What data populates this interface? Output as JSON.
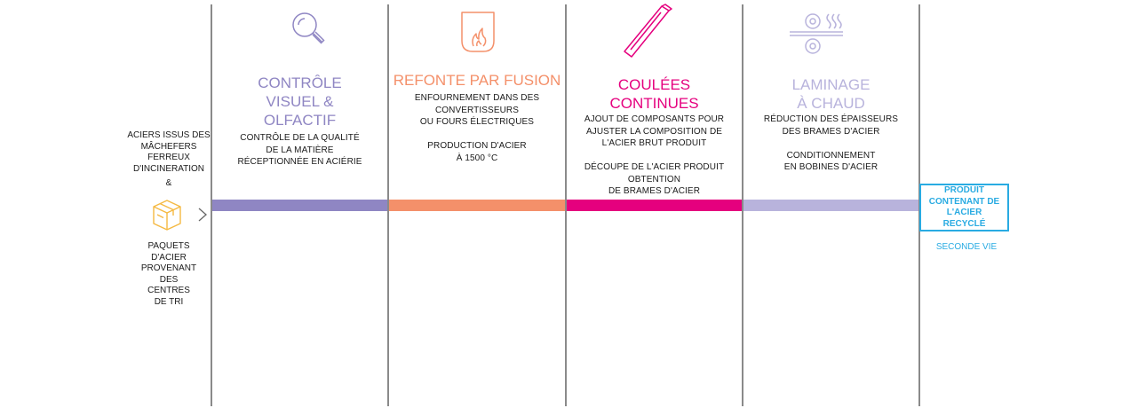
{
  "source": {
    "top_text": "Aciers issus des\nmâchefers\nferreux\nd'incineration",
    "ampersand": "&",
    "bottom_text": "Paquets\nd'acier\nprovenant\ndes\ncentres\nde tri",
    "box_icon": "box-icon",
    "arrow_icon": "chevron-right-icon"
  },
  "steps": [
    {
      "title": "CONTRÔLE\nVISUEL &\nOLFACTIF",
      "text": "Contrôle de la qualité\nde la matière\nréceptionnée en aciérie",
      "color": "#8f86c3",
      "icon": "magnifier-icon"
    },
    {
      "title": "REFONTE PAR FUSION",
      "text": "Enfournement dans des\nconvertisseurs\nou fours électriques\n\nProduction d'acier\nà 1500 °C",
      "color": "#f4906a",
      "icon": "furnace-flame-icon"
    },
    {
      "title": "COULÉES\nCONTINUES",
      "text": "Ajout de composants pour\najuster la composition de\nl'acier brut produit\n\nDécoupe de l'acier produit\nobtention\nde brames d'acier",
      "color": "#e5007e",
      "icon": "steel-bar-icon"
    },
    {
      "title": "LAMINAGE\nÀ CHAUD",
      "text": "Réduction des épaisseurs\ndes brames d'acier\n\nConditionnement\nen bobines d'acier",
      "color": "#b8b3dc",
      "icon": "rolling-mill-icon"
    }
  ],
  "product": {
    "label": "Produit\ncontenant de\nl'acier\nrecyclé",
    "subtitle": "Seconde vie",
    "color": "#29abe2"
  }
}
